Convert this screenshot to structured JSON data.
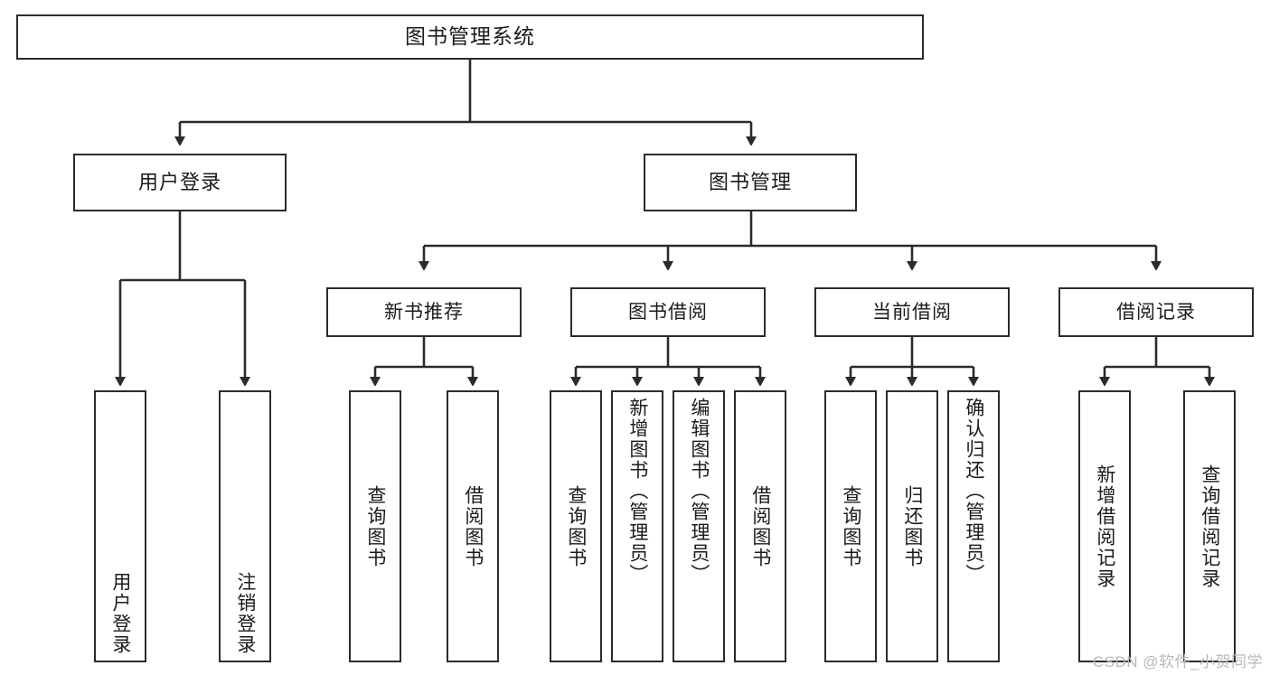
{
  "diagram": {
    "type": "tree-hierarchy-chart",
    "title": "图书管理系统",
    "watermark": "CSDN @软件_小贺同学",
    "colors": {
      "stroke": "#2b2b2b",
      "fill": "#ffffff",
      "text": "#1b1b1b",
      "watermark": "#b9b9b9"
    },
    "nodes": {
      "root": {
        "label": "图书管理系统",
        "level": 1,
        "orientation": "horizontal"
      },
      "level2": [
        {
          "id": "user-login",
          "label": "用户登录",
          "orientation": "horizontal"
        },
        {
          "id": "book-manage",
          "label": "图书管理",
          "orientation": "horizontal"
        }
      ],
      "level3": [
        {
          "id": "new-book-recommend",
          "label": "新书推荐",
          "parent": "book-manage",
          "orientation": "horizontal"
        },
        {
          "id": "book-borrow",
          "label": "图书借阅",
          "parent": "book-manage",
          "orientation": "horizontal"
        },
        {
          "id": "current-borrow",
          "label": "当前借阅",
          "parent": "book-manage",
          "orientation": "horizontal"
        },
        {
          "id": "borrow-record",
          "label": "借阅记录",
          "parent": "book-manage",
          "orientation": "horizontal"
        }
      ],
      "leaves": [
        {
          "id": "leaf-user-login",
          "label": "用户登录",
          "parent": "user-login",
          "orientation": "vertical",
          "align": "bottom"
        },
        {
          "id": "leaf-logout",
          "label": "注销登录",
          "parent": "user-login",
          "orientation": "vertical",
          "align": "bottom"
        },
        {
          "id": "leaf-query-book-1",
          "label": "查询图书",
          "parent": "new-book-recommend",
          "orientation": "vertical",
          "align": "center"
        },
        {
          "id": "leaf-borrow-book-1",
          "label": "借阅图书",
          "parent": "new-book-recommend",
          "orientation": "vertical",
          "align": "center"
        },
        {
          "id": "leaf-query-book-2",
          "label": "查询图书",
          "parent": "book-borrow",
          "orientation": "vertical",
          "align": "center"
        },
        {
          "id": "leaf-add-book",
          "label": "新增图书（管理员）",
          "parent": "book-borrow",
          "orientation": "vertical",
          "align": "top"
        },
        {
          "id": "leaf-edit-book",
          "label": "编辑图书（管理员）",
          "parent": "book-borrow",
          "orientation": "vertical",
          "align": "top"
        },
        {
          "id": "leaf-borrow-book-2",
          "label": "借阅图书",
          "parent": "book-borrow",
          "orientation": "vertical",
          "align": "center"
        },
        {
          "id": "leaf-query-book-3",
          "label": "查询图书",
          "parent": "current-borrow",
          "orientation": "vertical",
          "align": "center"
        },
        {
          "id": "leaf-return-book",
          "label": "归还图书",
          "parent": "current-borrow",
          "orientation": "vertical",
          "align": "center"
        },
        {
          "id": "leaf-confirm-return",
          "label": "确认归还（管理员）",
          "parent": "current-borrow",
          "orientation": "vertical",
          "align": "top"
        },
        {
          "id": "leaf-add-record",
          "label": "新增借阅记录",
          "parent": "borrow-record",
          "orientation": "vertical",
          "align": "center"
        },
        {
          "id": "leaf-query-record",
          "label": "查询借阅记录",
          "parent": "borrow-record",
          "orientation": "vertical",
          "align": "center"
        }
      ]
    }
  }
}
